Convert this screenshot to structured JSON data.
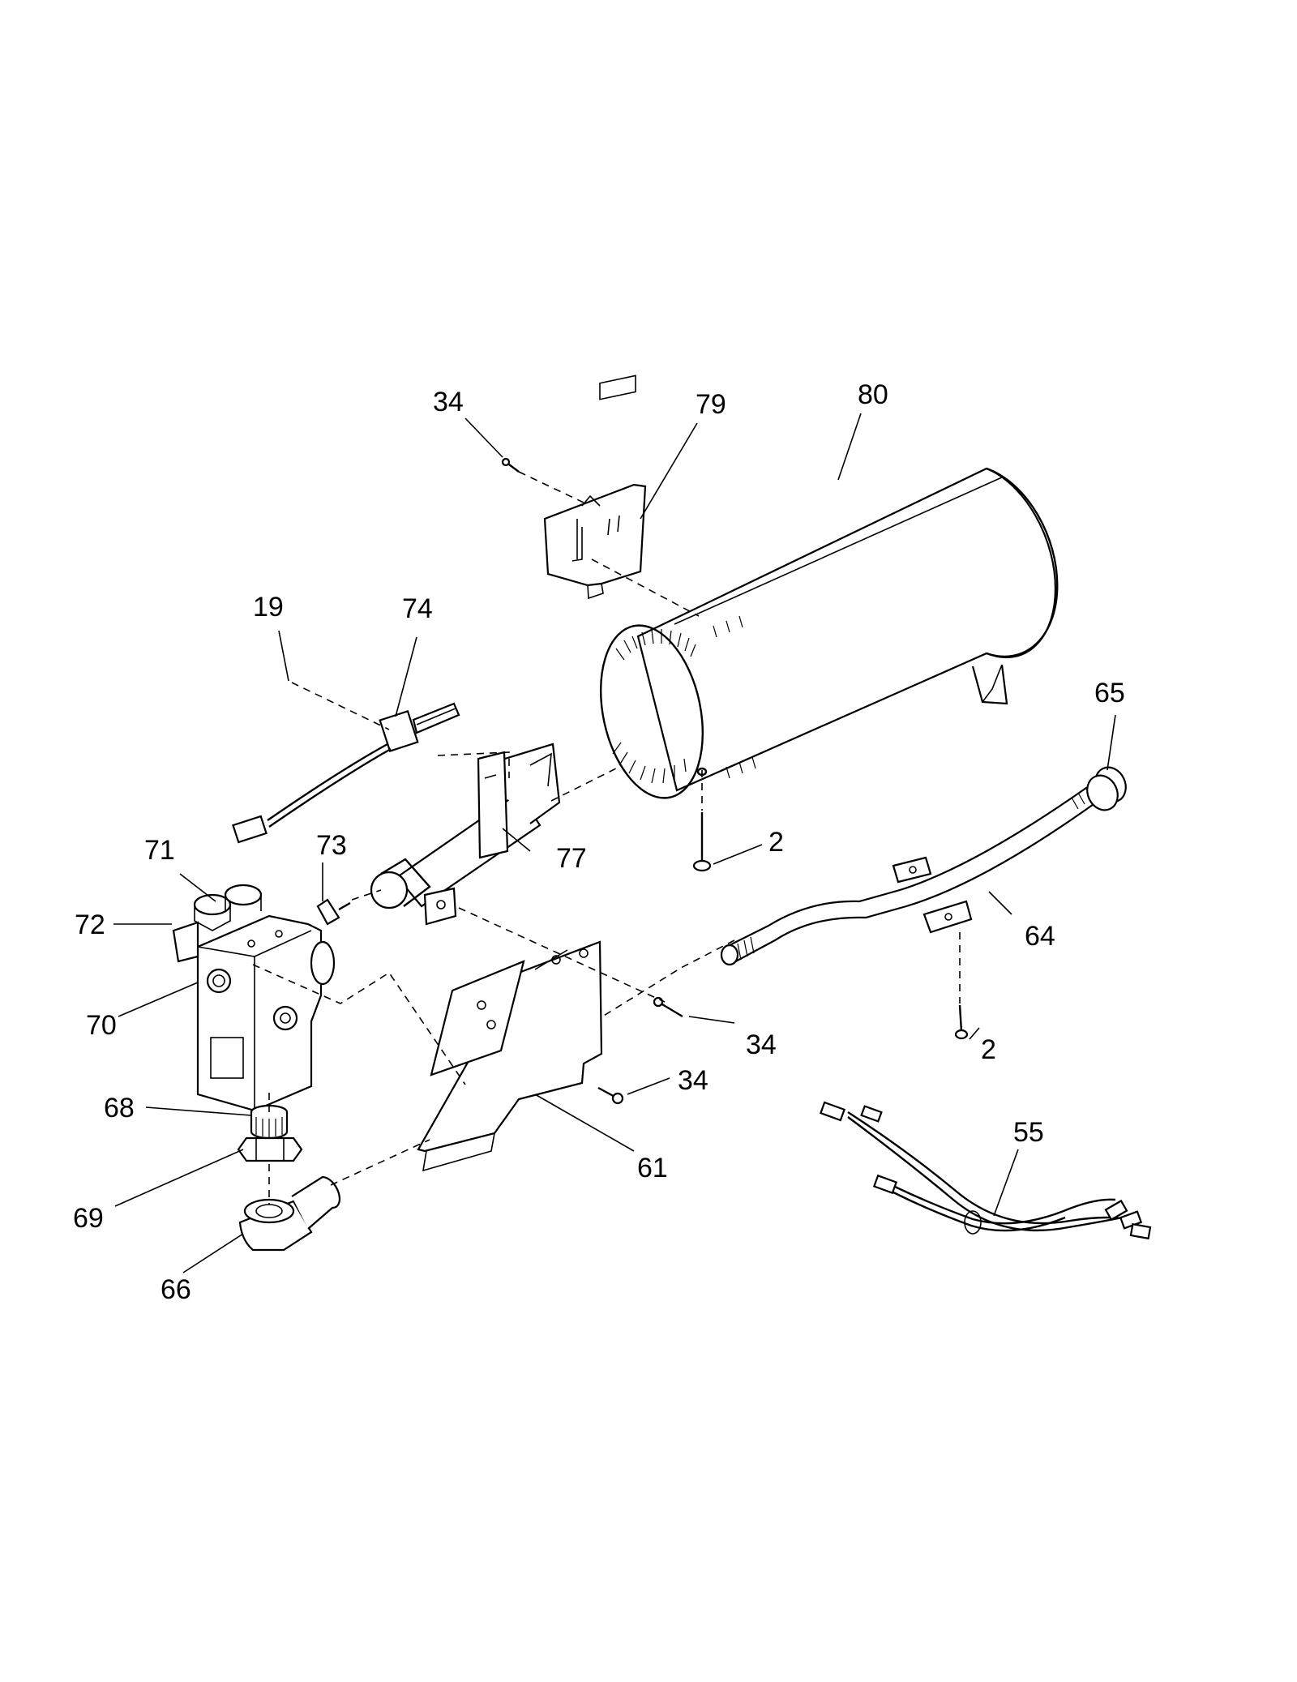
{
  "labels": {
    "p2a": "2",
    "p2b": "2",
    "p19": "19",
    "p34a": "34",
    "p34b": "34",
    "p34c": "34",
    "p55": "55",
    "p61": "61",
    "p64": "64",
    "p65": "65",
    "p66": "66",
    "p68": "68",
    "p69": "69",
    "p70": "70",
    "p71": "71",
    "p72": "72",
    "p73": "73",
    "p74": "74",
    "p77": "77",
    "p79": "79",
    "p80": "80"
  },
  "colors": {
    "ink": "#000000",
    "paper": "#ffffff"
  }
}
